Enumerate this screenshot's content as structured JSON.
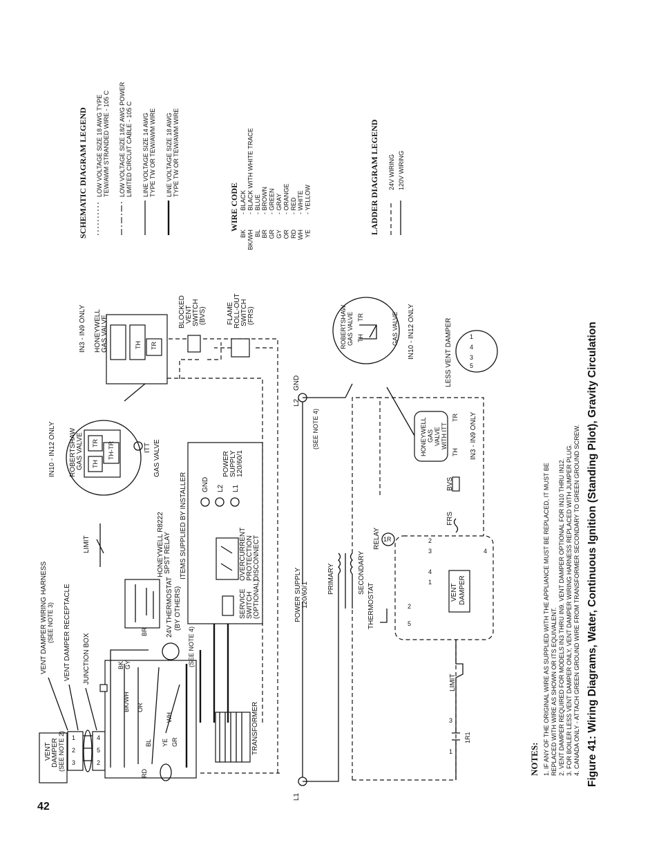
{
  "page_number": "42",
  "caption": "Figure 41: Wiring Diagrams, Water, Continuous Ignition (Standing Pilot), Gravity Circulation",
  "notes": {
    "title": "NOTES:",
    "items": [
      "1.  IF ANY OF THE ORIGINAL WIRE AS SUPPLIED WITH THE APPLIANCE MUST BE REPLACED, IT MUST BE",
      "     REPLACED WITH WIRE AS SHOWN OR ITS EQUIVALENT.",
      "2.  VENT DAMPER REQUIRED FOR MODELS IN3 THRU IN9. VENT DAMPER OPTIONAL FOR IN10 THRU IN12.",
      "3.  FOR BOILER LESS VENT DAMPER ONLY, VENT DAMPER WIRING HARNESS REPLACED WITH JUMPER PLUG.",
      "4.  CANADA ONLY - ATTACH GREEN GROUND WIRE FROM TRANSFORMER SECONDARY TO GREEN GROUND SCREW."
    ]
  },
  "schematic_legend": {
    "title": "SCHEMATIC DIAGRAM LEGEND",
    "items": [
      {
        "line1": "LOW VOLTAGE SIZE 18 AWG TYPE",
        "line2": "TEW/AWM STRANDED WIRE - 105 C"
      },
      {
        "line1": "LOW VOLTAGE SIZE 18/2 AWG POWER",
        "line2": "LIMITED CIRCUIT CABLE - 105 C"
      },
      {
        "line1": "LINE VOLTAGE SIZE 14 AWG",
        "line2": "TYPE TW OR TEW/AWM WIRE"
      },
      {
        "line1": "LINE VOLTAGE SIZE 18 AWG",
        "line2": "TYPE TW OR TEW/AWM WIRE"
      }
    ]
  },
  "wire_code": {
    "title": "WIRE CODE",
    "items": [
      {
        "code": "BK",
        "name": "BLACK"
      },
      {
        "code": "BK/WH",
        "name": "BLACK WITH WHITE TRACE"
      },
      {
        "code": "BL",
        "name": "BLUE"
      },
      {
        "code": "BR",
        "name": "BROWN"
      },
      {
        "code": "GR",
        "name": "GREEN"
      },
      {
        "code": "GY",
        "name": "GRAY"
      },
      {
        "code": "OR",
        "name": "ORANGE"
      },
      {
        "code": "RD",
        "name": "RED"
      },
      {
        "code": "WH",
        "name": "WHITE"
      },
      {
        "code": "YE",
        "name": "YELLOW"
      }
    ]
  },
  "ladder_legend": {
    "title": "LADDER DIAGRAM LEGEND",
    "items": [
      "24V WIRING",
      "120V WIRING"
    ]
  },
  "schematic": {
    "vent_damper": "VENT",
    "vent_damper2": "DAMPER",
    "vent_damper_note": "(SEE NOTE 2)",
    "harness": "VENT DAMPER WIRING HARNESS",
    "harness_note": "(SEE NOTE 3)",
    "receptacle": "VENT DAMPER RECEPTACLE",
    "junction_box": "JUNCTION BOX",
    "thermostat": "24V THERMOSTAT",
    "thermostat2": "(BY OTHERS)",
    "relay": "HONEYWELL R8222",
    "relay2": "SPST RELAY",
    "limit": "LIMIT",
    "transformer": "TRANSFORMER",
    "see_note4": "(SEE NOTE 4)",
    "items_by_installer": "ITEMS SUPPLIED BY INSTALLER",
    "service_switch": "SERVICE",
    "service_switch2": "SWITCH",
    "service_switch3": "(OPTIONAL)",
    "overcurrent": "OVERCURRENT",
    "overcurrent2": "PROTECTION",
    "overcurrent3": "DISCONNECT",
    "power_supply": "POWER",
    "power_supply2": "SUPPLY",
    "power_supply3": "120/60/1",
    "gnd": "GND",
    "l1": "L1",
    "l2": "L2",
    "in10_in12": "IN10 - IN12 ONLY",
    "robertshaw": "ROBERTSHAW",
    "gas_valve": "GAS VALVE",
    "itt": "ITT",
    "in3_in9": "IN3 - IN9 ONLY",
    "honeywell": "HONEYWELL",
    "bvs": "BLOCKED",
    "bvs2": "VENT",
    "bvs3": "SWITCH",
    "bvs4": "(BVS)",
    "frs": "FLAME",
    "frs2": "ROLL-OUT",
    "frs3": "SWITCH",
    "frs4": "(FRS)",
    "th": "TH",
    "tr": "TR",
    "thtr": "TH-TR",
    "w_bk": "BK",
    "w_bkwh": "BK/WH",
    "w_gy": "GY",
    "w_or": "OR",
    "w_ye": "YE",
    "w_br": "BR",
    "w_wh": "WH",
    "w_rd": "RD",
    "w_gr": "GR",
    "w_bl": "BL"
  },
  "ladder": {
    "l1": "L1",
    "l2": "L2",
    "gnd": "GND",
    "power_supply": "POWER SUPPLY",
    "power_supply2": "120/60/1",
    "primary": "PRIMARY",
    "secondary": "SECONDARY",
    "see_note4": "(SEE NOTE 4)",
    "relay": "RELAY",
    "relay_coil": "1R",
    "relay_contact": "1R1",
    "limit": "LIMIT",
    "thermostat": "THERMOSTAT",
    "vent_damper": "VENT",
    "vent_damper2": "DAMPER",
    "frs": "FRS",
    "bvs": "BVS",
    "honeywell": "HONEYWELL",
    "honeywell2": "GAS",
    "honeywell3": "VALVE",
    "honeywell4": "WITH ITT",
    "in3_in9": "IN3 - IN9 ONLY",
    "robertshaw": "ROBERTSHAW",
    "robertshaw2": "GAS VALVE",
    "gas_valve": "GAS VALVE",
    "in10_in12": "IN10 - IN12 ONLY",
    "less_vent_damper": "LESS VENT DAMPER",
    "th": "TH",
    "tr": "TR",
    "p1": "1",
    "p2": "2",
    "p3": "3",
    "p4": "4",
    "p5": "5"
  }
}
